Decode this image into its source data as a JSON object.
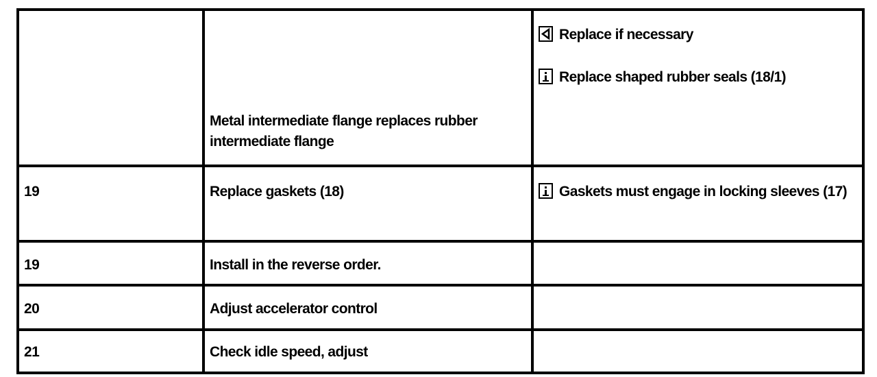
{
  "rows": [
    {
      "step": "",
      "action": "Metal intermediate flange replaces rubber intermediate flange",
      "notes": [
        {
          "icon": "arrow-left-icon",
          "text": "Replace if necessary"
        },
        {
          "icon": "info-icon",
          "text": "Replace shaped rubber seals (18/1)"
        }
      ]
    },
    {
      "step": "19",
      "action": "Replace gaskets (18)",
      "notes": [
        {
          "icon": "info-icon",
          "text": "Gaskets must engage in locking sleeves (17)"
        }
      ]
    },
    {
      "step": "19",
      "action": "Install in the reverse order.",
      "notes": []
    },
    {
      "step": "20",
      "action": "Adjust accelerator control",
      "notes": []
    },
    {
      "step": "21",
      "action": "Check idle speed, adjust",
      "notes": []
    }
  ]
}
